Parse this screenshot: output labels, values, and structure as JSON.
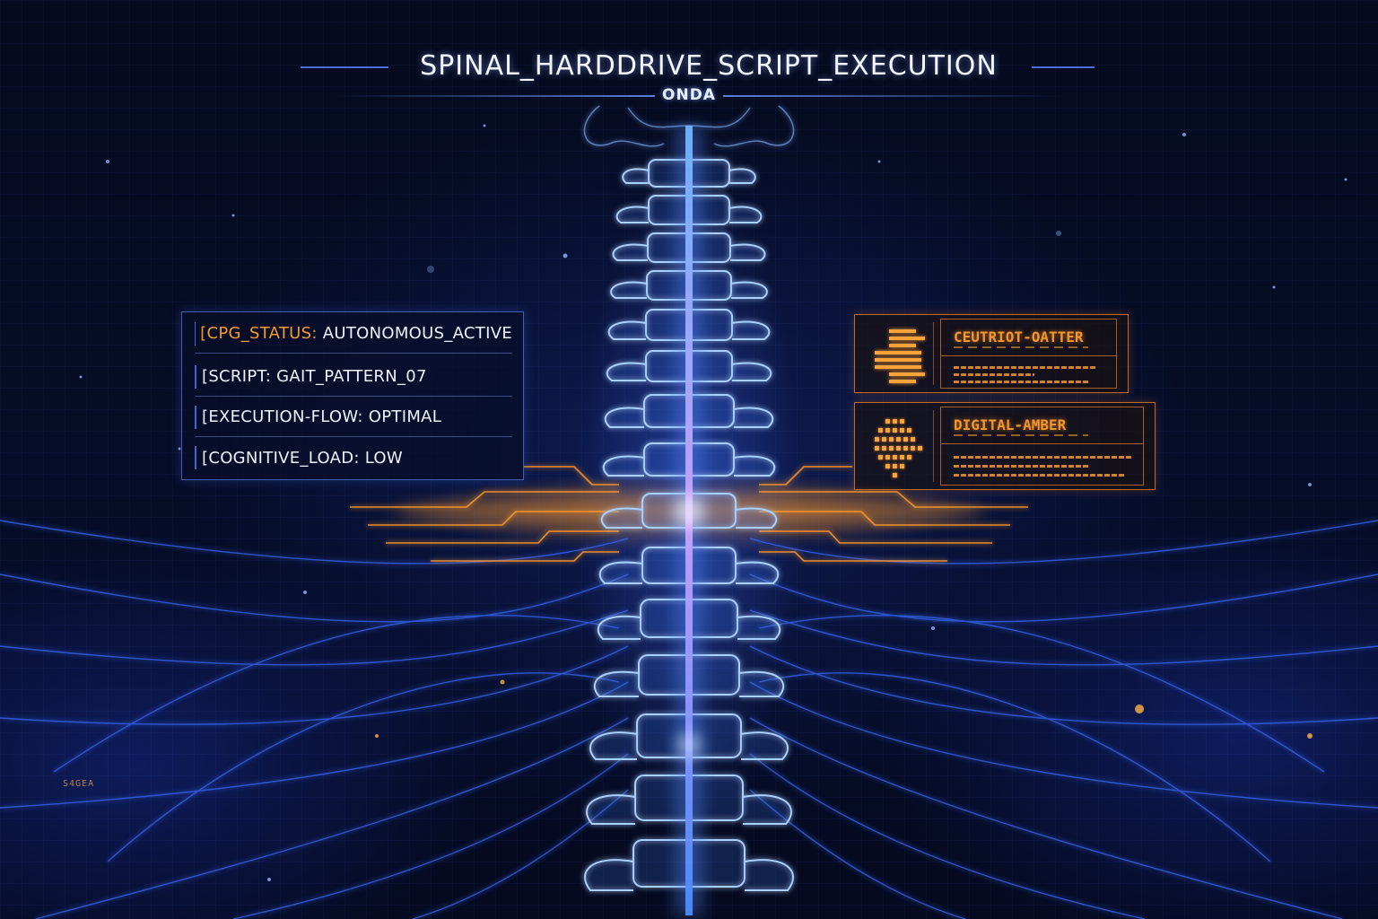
{
  "header": {
    "title": "SPINAL_HARDDRIVE_SCRIPT_EXECUTION",
    "subtitle": "ONDA"
  },
  "status_panel": {
    "rows": [
      {
        "key": "[CPG_STATUS:",
        "value": "AUTONOMOUS_ACTIVE",
        "key_color": "#f59a2a"
      },
      {
        "key": "[SCRIPT:",
        "value": "GAIT_PATTERN_07"
      },
      {
        "key": "[EXECUTION-FLOW:",
        "value": "OPTIMAL"
      },
      {
        "key": "[COGNITIVE_LOAD:",
        "value": "LOW"
      }
    ]
  },
  "amber_panels": [
    {
      "title": "CEUTRIOT-OATTER",
      "icon": "bar-graph-glyph"
    },
    {
      "title": "DIGITAL-AMBER",
      "icon": "pixel-grid-glyph"
    }
  ],
  "corner_label": "S4GEA",
  "colors": {
    "accent_blue": "#4a6fd8",
    "accent_amber": "#f59a2a",
    "spine_glow": "#7fa8ff",
    "background": "#050a1e"
  }
}
